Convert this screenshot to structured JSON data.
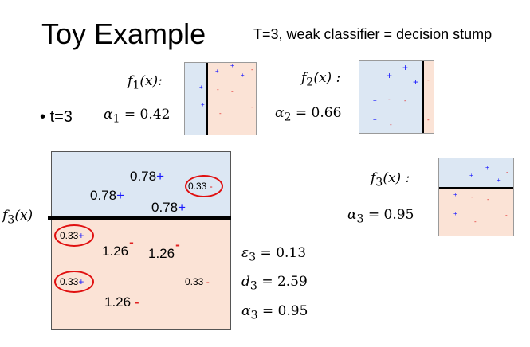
{
  "title": "Toy Example",
  "subtitle": "T=3, weak classifier = decision stump",
  "bullet": "t=3",
  "f1": {
    "label": "f",
    "sub": "1",
    "arg": "(x):",
    "alpha_label": "α",
    "alpha_sub": "1",
    "alpha_value": "= 0.42"
  },
  "f2": {
    "label": "f",
    "sub": "2",
    "arg": "(x) :",
    "alpha_label": "α",
    "alpha_sub": "2",
    "alpha_value": "= 0.66"
  },
  "f3": {
    "label": "f",
    "sub": "3",
    "arg": "(x) :",
    "alpha_label": "α",
    "alpha_sub": "3",
    "alpha_value": "= 0.95",
    "side_label": "(x)"
  },
  "stats": [
    {
      "sym": "ε",
      "sub": "3",
      "value": "= 0.13"
    },
    {
      "sym": "d",
      "sub": "3",
      "value": "= 2.59"
    },
    {
      "sym": "α",
      "sub": "3",
      "value": "= 0.95"
    }
  ],
  "points": [
    {
      "weight": "0.78",
      "sign": "+"
    },
    {
      "weight": "0.78",
      "sign": "+"
    },
    {
      "weight": "0.78",
      "sign": "+"
    },
    {
      "weight": "0.33",
      "sign": "-"
    },
    {
      "weight": "0.33",
      "sign": "+"
    },
    {
      "weight": "1.26",
      "sign": "-"
    },
    {
      "weight": "1.26",
      "sign": "-"
    },
    {
      "weight": "0.33",
      "sign": "+"
    },
    {
      "weight": "0.33",
      "sign": "-"
    },
    {
      "weight": "1.26",
      "sign": "-"
    }
  ],
  "colors": {
    "positive": "#1a1aff",
    "negative": "#e02020",
    "region_pos": "#dce7f3",
    "region_neg": "#fbe3d6",
    "highlight": "#e01010"
  }
}
